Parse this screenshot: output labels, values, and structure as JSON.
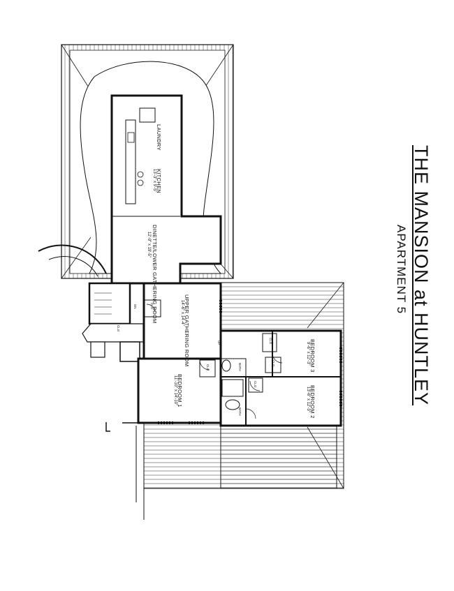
{
  "title": {
    "main": "THE MANSION at HUNTLEY",
    "sub": "APARTMENT 5"
  },
  "rooms": {
    "laundry": {
      "name": "LAUNDRY"
    },
    "kitchen": {
      "name": "KITCHEN",
      "dims": "13'-3\" x 9'-5\""
    },
    "dinette": {
      "name": "DINETTE/LOWER GATHERING ROOM",
      "dims": "12'-9\" x 19'-5\""
    },
    "upper_gathering": {
      "name": "UPPER GATHERING ROOM",
      "dims": "14'-6\" x 14'-4\""
    },
    "bedroom1": {
      "name": "BEDROOM 1",
      "dims": "11'-10\" x 14'-10\""
    },
    "bedroom2": {
      "name": "BEDROOM 2",
      "dims": "13'-6\" x 12'-3\""
    },
    "bedroom3": {
      "name": "BEDROOM 3",
      "dims": "9'-6\" x 12'-3\""
    },
    "bath_a": {
      "name": "BATH"
    },
    "bath_b": {
      "name": "BATH"
    },
    "clo1": {
      "name": "CLO"
    },
    "clo2": {
      "name": "CLO"
    },
    "clo3": {
      "name": "CLO"
    },
    "clo4": {
      "name": "CLO"
    },
    "clo5": {
      "name": "CLO"
    },
    "clo6": {
      "name": "CLO"
    },
    "up": {
      "name": "UP"
    },
    "dn": {
      "name": "DN"
    }
  },
  "colors": {
    "ink": "#111111",
    "paper": "#ffffff"
  }
}
